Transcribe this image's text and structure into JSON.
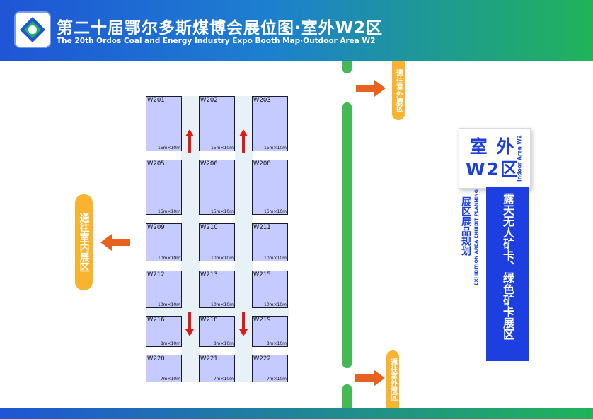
{
  "header": {
    "title_cn": "第二十届鄂尔多斯煤博会展位图·室外W2区",
    "title_en": "The 20th Ordos Coal and Energy Industry Expo Booth Map·Outdoor Area W2"
  },
  "booths": [
    {
      "code": "W201",
      "size": "15m×10m"
    },
    {
      "code": "W202",
      "size": "15m×10m"
    },
    {
      "code": "W203",
      "size": "15m×10m"
    },
    {
      "code": "W205",
      "size": "15m×10m"
    },
    {
      "code": "W206",
      "size": "15m×10m"
    },
    {
      "code": "W208",
      "size": "15m×10m"
    },
    {
      "code": "W209",
      "size": "10m×10m"
    },
    {
      "code": "W210",
      "size": "10m×10m"
    },
    {
      "code": "W211",
      "size": "10m×10m"
    },
    {
      "code": "W212",
      "size": "10m×10m"
    },
    {
      "code": "W213",
      "size": "10m×10m"
    },
    {
      "code": "W215",
      "size": "10m×10m"
    },
    {
      "code": "W216",
      "size": "8m×10m"
    },
    {
      "code": "W218",
      "size": "8m×10m"
    },
    {
      "code": "W219",
      "size": "8m×10m"
    },
    {
      "code": "W220",
      "size": "7m×10m"
    },
    {
      "code": "W221",
      "size": "7m×10m"
    },
    {
      "code": "W222",
      "size": "7m×10m"
    }
  ],
  "signs": {
    "to_indoor": "通往室内展区",
    "to_outdoor_top": "通往室外展区",
    "to_outdoor_bottom": "通往室外展区"
  },
  "legend": {
    "zone_title": "室 外 W2区",
    "zone_title_line1": "室 外",
    "zone_title_line2": "W2区",
    "zone_en": "Indoor Area W2",
    "plan_cn": "展区展品规划",
    "plan_en": "EXHIBITION AREA EXHIBIT PLANNING",
    "exhibit": "露天无人矿卡、绿色矿卡展区"
  },
  "colors": {
    "brand_blue": "#1d3fe0",
    "road_green": "#45b955",
    "sign_orange": "#f9b32e",
    "arrow_orange": "#e8611e",
    "arrow_red": "#e01818",
    "booth_fill": "#c6cbff"
  }
}
